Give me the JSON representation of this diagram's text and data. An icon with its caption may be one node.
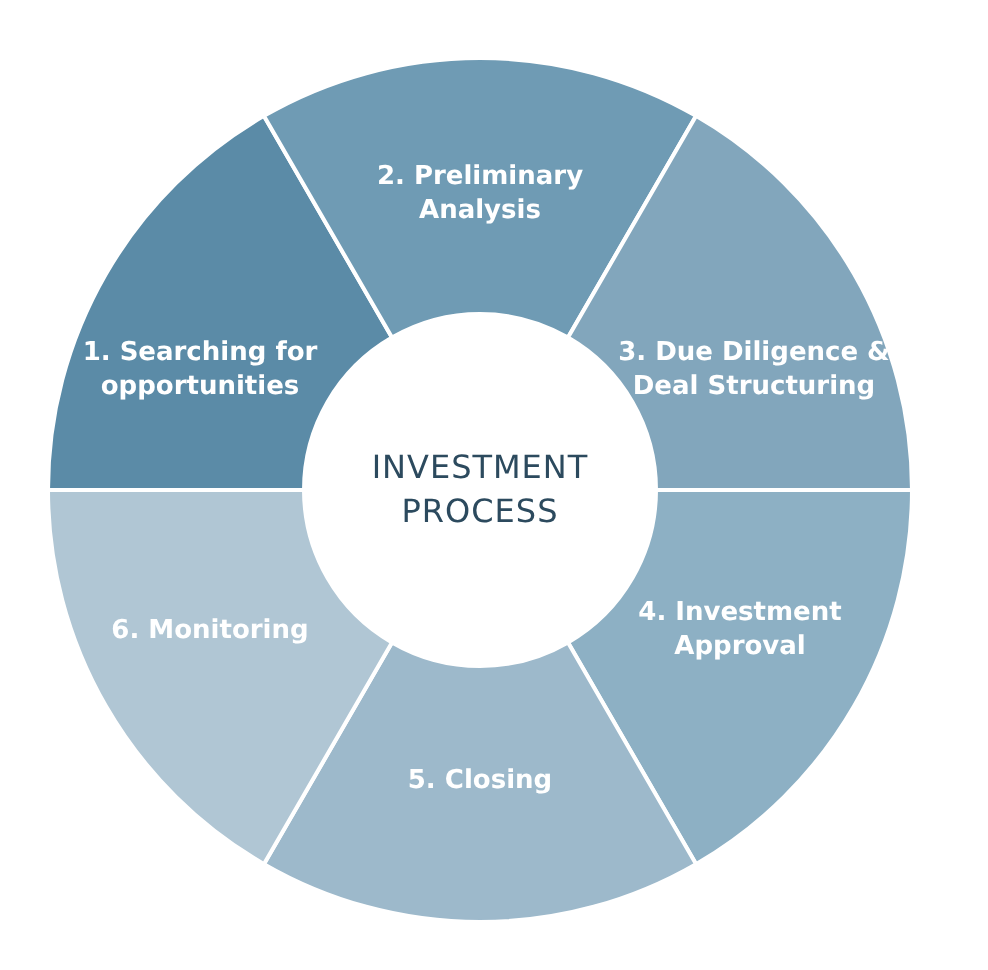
{
  "diagram": {
    "nodes": [
      {
        "text": [
          "1. Searching for opportunities"
        ]
      },
      {
        "text": [
          "2. Preliminary Analysis"
        ]
      },
      {
        "text": [
          "3. Due Diligence & Deal Structuring"
        ]
      },
      {
        "text": [
          "4. Investment Approval"
        ]
      },
      {
        "text": [
          "5. Closing"
        ]
      },
      {
        "text": [
          "6. Monitoring"
        ]
      },
      {
        "text": [
          "INVESTMENT PROCESS"
        ]
      }
    ]
  }
}
